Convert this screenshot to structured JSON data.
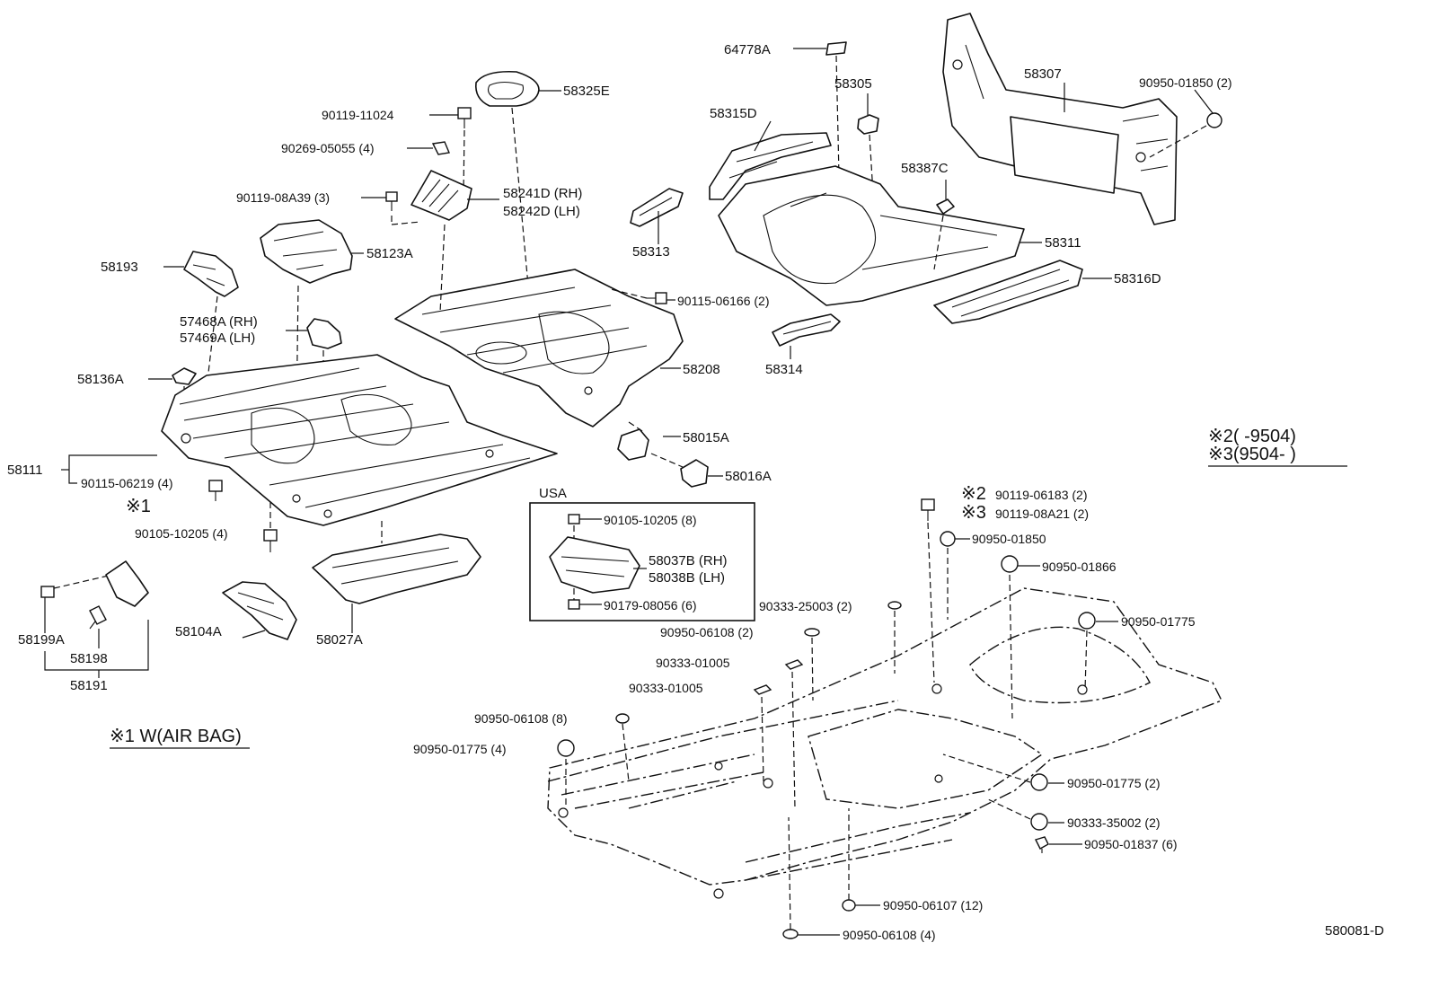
{
  "diagram_code": "580081-D",
  "legend": {
    "note2": "※2(      -9504)",
    "note3": "※3(9504-        )"
  },
  "airbag_note": {
    "marker": "※1",
    "text": "※1 W(AIR BAG)"
  },
  "usa_box": {
    "title": "USA"
  },
  "parts": {
    "p64778A": "64778A",
    "p58305": "58305",
    "p58307": "58307",
    "p90950_01850_2": "90950-01850 (2)",
    "p58325E": "58325E",
    "p90119_11024": "90119-11024",
    "p90269_05055": "90269-05055 (4)",
    "p58315D": "58315D",
    "p58387C": "58387C",
    "p90119_08A39": "90119-08A39 (3)",
    "p58241D": "58241D (RH)",
    "p58242D": "58242D (LH)",
    "p58123A": "58123A",
    "p58313": "58313",
    "p58311": "58311",
    "p58193": "58193",
    "p58316D": "58316D",
    "p90115_06166": "90115-06166 (2)",
    "p57468A": "57468A (RH)",
    "p57469A": "57469A (LH)",
    "p58136A": "58136A",
    "p58208": "58208",
    "p58314": "58314",
    "p58015A": "58015A",
    "p58016A": "58016A",
    "p58111": "58111",
    "p90115_06219": "90115-06219 (4)",
    "p90105_10205_4": "90105-10205 (4)",
    "p90105_10205_8": "90105-10205 (8)",
    "p58037B": "58037B (RH)",
    "p58038B": "58038B (LH)",
    "p90179_08056": "90179-08056 (6)",
    "p90119_06183": "90119-06183 (2)",
    "p90119_08A21": "90119-08A21 (2)",
    "p90950_01850": "90950-01850",
    "p90950_01866": "90950-01866",
    "p90333_25003": "90333-25003 (2)",
    "p90950_01775": "90950-01775",
    "p90950_06108_2": "90950-06108 (2)",
    "p90333_01005_a": "90333-01005",
    "p90333_01005_b": "90333-01005",
    "p90950_06108_8": "90950-06108 (8)",
    "p90950_01775_4": "90950-01775 (4)",
    "p90950_01775_2": "90950-01775 (2)",
    "p90333_35002": "90333-35002 (2)",
    "p90950_01837": "90950-01837 (6)",
    "p90950_06107": "90950-06107 (12)",
    "p90950_06108_4": "90950-06108 (4)",
    "p58199A": "58199A",
    "p58198": "58198",
    "p58191": "58191",
    "p58104A": "58104A",
    "p58027A": "58027A"
  }
}
